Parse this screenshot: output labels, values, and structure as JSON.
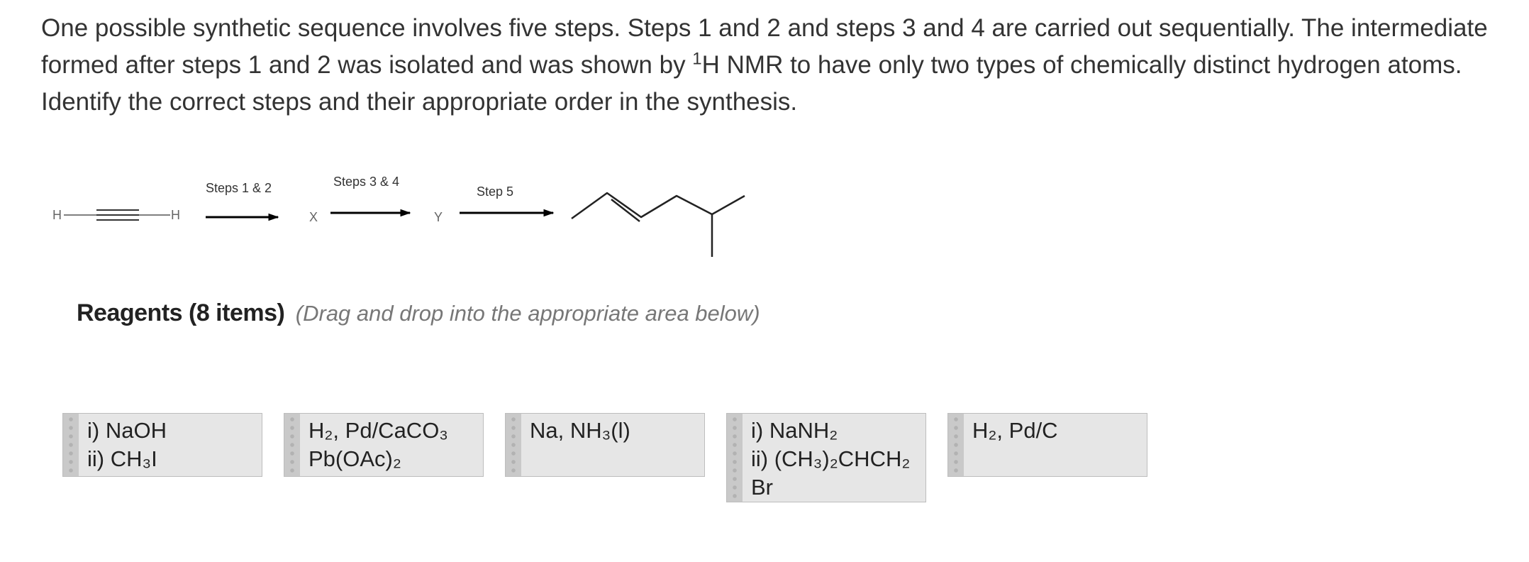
{
  "question": {
    "text_part1": "One possible synthetic sequence involves five steps. Steps 1 and 2 and steps 3 and 4 are carried out sequentially. The intermediate formed after steps 1 and 2 was isolated and was shown by ",
    "superscript": "1",
    "text_part2": "H NMR to  have only two types of chemically distinct hydrogen atoms. Identify the correct steps and their appropriate order in the synthesis."
  },
  "scheme": {
    "start_h_left": "H",
    "start_h_right": "H",
    "arrow1_label": "Steps 1 & 2",
    "intermediate_x": "X",
    "arrow2_label": "Steps 3 & 4",
    "intermediate_y": "Y",
    "arrow3_label": "Step 5"
  },
  "reagents": {
    "title": "Reagents (8 items)",
    "hint": "(Drag and drop into the appropriate area below)",
    "items": [
      {
        "label": "i) NaOH\nii) CH₃I"
      },
      {
        "label": "H₂, Pd/CaCO₃\nPb(OAc)₂"
      },
      {
        "label": "Na, NH₃(l)"
      },
      {
        "label": "i) NaNH₂\nii) (CH₃)₂CHCH₂\nBr"
      },
      {
        "label": "H₂, Pd/C"
      }
    ]
  }
}
